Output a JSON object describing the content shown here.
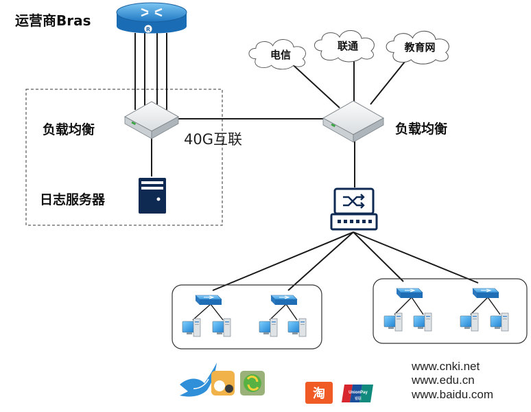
{
  "labels": {
    "bras": "运营商Bras",
    "lb_left": "负载均衡",
    "lb_right": "负载均衡",
    "log_server": "日志服务器",
    "interconnect": "40G互联"
  },
  "clouds": [
    "电信",
    "联通",
    "教育网"
  ],
  "router_mark": "R",
  "app_icons": {
    "pay_logo": "UnionPay",
    "pay_sub": "银联",
    "taobao": "淘"
  },
  "urls": [
    "www.cnki.net",
    "www.edu.cn",
    "www.baidu.com"
  ],
  "colors": {
    "device_blue": "#2f8fd8",
    "switch_blue": "#3d9be0",
    "line": "#1a1a1a",
    "dashed": "#333333"
  }
}
